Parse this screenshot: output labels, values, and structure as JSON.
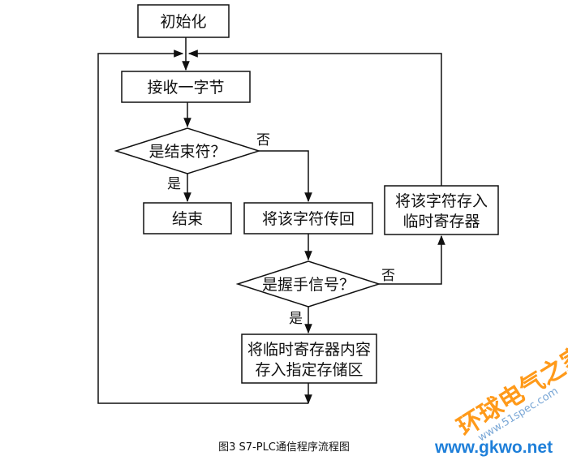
{
  "diagram": {
    "nodes": {
      "init": "初始化",
      "receive": "接收一字节",
      "is_end": "是结束符？",
      "end": "结束",
      "echo": "将该字符传回",
      "store_temp_1": "将该字符存入",
      "store_temp_2": "临时寄存器",
      "is_handshake": "是握手信号？",
      "store_final_1": "将临时寄存器内容",
      "store_final_2": "存入指定存储区"
    },
    "edge_labels": {
      "no_1": "否",
      "yes_1": "是",
      "no_2": "否",
      "yes_2": "是"
    }
  },
  "caption": "图3   S7-PLC通信程序流程图",
  "watermark": {
    "cn": "环球电气之家",
    "url_1": "www.51spec.com",
    "url_2": "www.gkwo.net"
  }
}
